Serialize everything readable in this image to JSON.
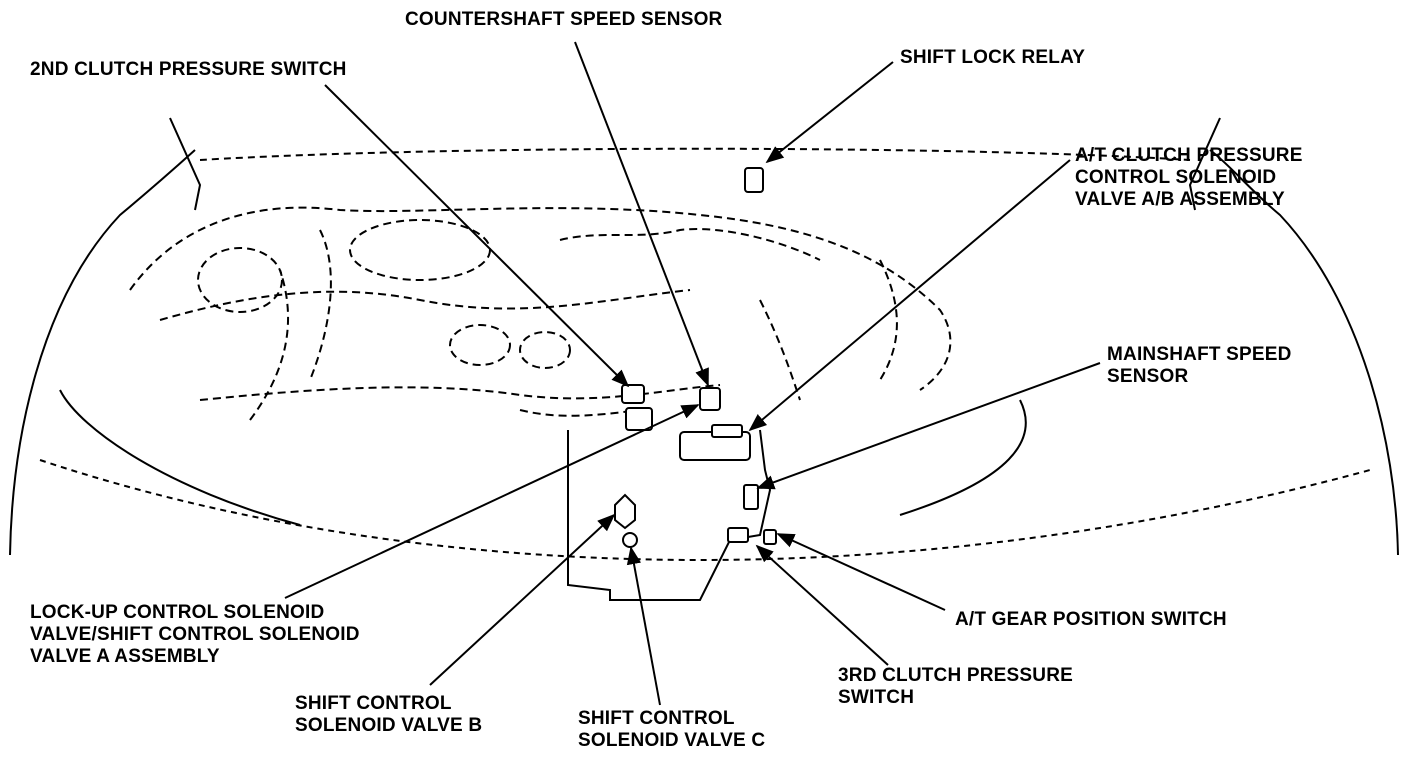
{
  "labels": {
    "countershaft": [
      "COUNTERSHAFT SPEED SENSOR"
    ],
    "second_clutch": [
      "2ND CLUTCH PRESSURE SWITCH"
    ],
    "shift_lock": [
      "SHIFT LOCK RELAY"
    ],
    "at_clutch_solenoid": [
      "A/T CLUTCH PRESSURE",
      "CONTROL SOLENOID",
      "VALVE A/B ASSEMBLY"
    ],
    "mainshaft": [
      "MAINSHAFT SPEED",
      "SENSOR"
    ],
    "lockup": [
      "LOCK-UP CONTROL SOLENOID",
      "VALVE/SHIFT CONTROL SOLENOID",
      "VALVE A ASSEMBLY"
    ],
    "gear_position": [
      "A/T GEAR POSITION SWITCH"
    ],
    "third_clutch": [
      "3RD CLUTCH PRESSURE",
      "SWITCH"
    ],
    "shift_b": [
      "SHIFT CONTROL",
      "SOLENOID VALVE B"
    ],
    "shift_c": [
      "SHIFT CONTROL",
      "SOLENOID VALVE C"
    ]
  }
}
